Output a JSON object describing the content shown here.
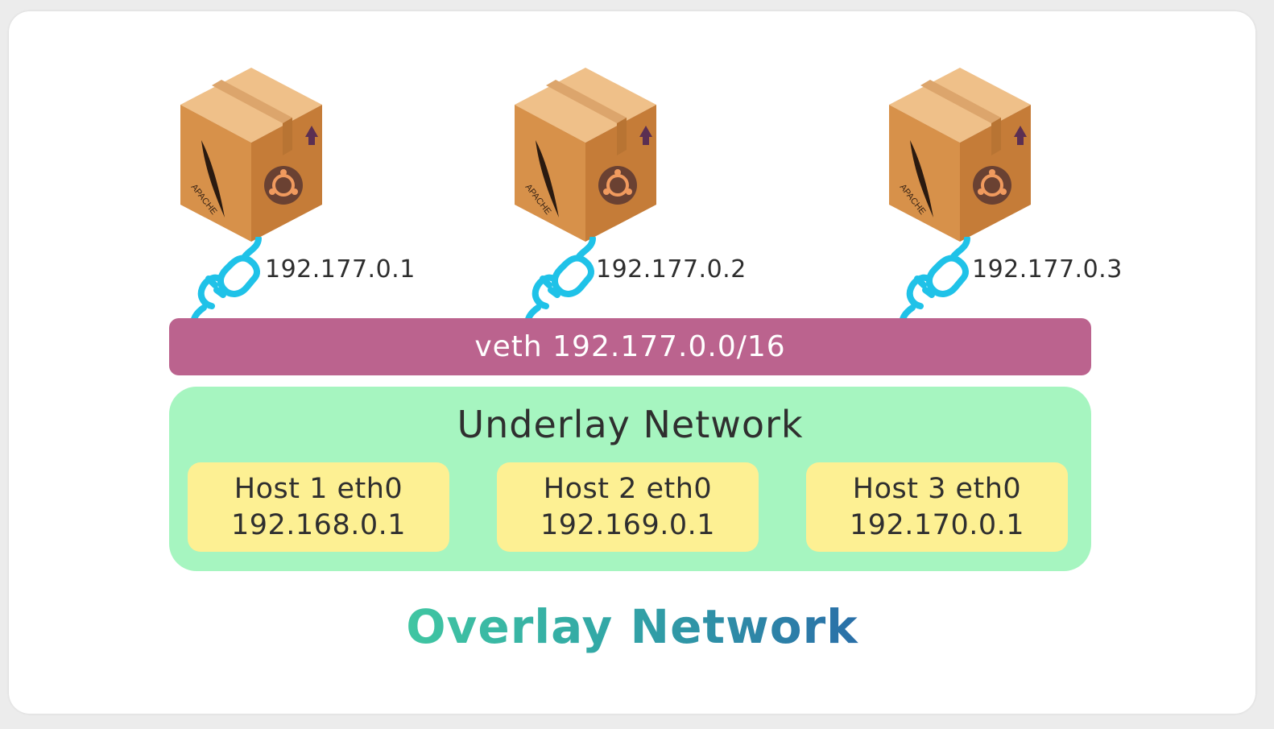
{
  "containers": [
    {
      "ip": "192.177.0.1",
      "badge": "APACHE",
      "image_icon": "apache-ubuntu-container-box-icon",
      "plug_icon": "network-plug-icon"
    },
    {
      "ip": "192.177.0.2",
      "badge": "APACHE",
      "image_icon": "apache-ubuntu-container-box-icon",
      "plug_icon": "network-plug-icon"
    },
    {
      "ip": "192.177.0.3",
      "badge": "APACHE",
      "image_icon": "apache-ubuntu-container-box-icon",
      "plug_icon": "network-plug-icon"
    }
  ],
  "veth": {
    "label": "veth 192.177.0.0/16"
  },
  "underlay": {
    "title": "Underlay Network",
    "hosts": [
      {
        "name": "Host 1 eth0",
        "ip": "192.168.0.1"
      },
      {
        "name": "Host 2 eth0",
        "ip": "192.169.0.1"
      },
      {
        "name": "Host 3 eth0",
        "ip": "192.170.0.1"
      }
    ]
  },
  "overlay": {
    "title": "Overlay Network"
  },
  "colors": {
    "veth": "#bb638e",
    "underlay": "#a6f5c0",
    "host": "#fdf093",
    "plug": "#1fc2e8",
    "box": "#d9954f",
    "overlay_gradient_start": "#40c6a2",
    "overlay_gradient_end": "#2a6fa8"
  }
}
